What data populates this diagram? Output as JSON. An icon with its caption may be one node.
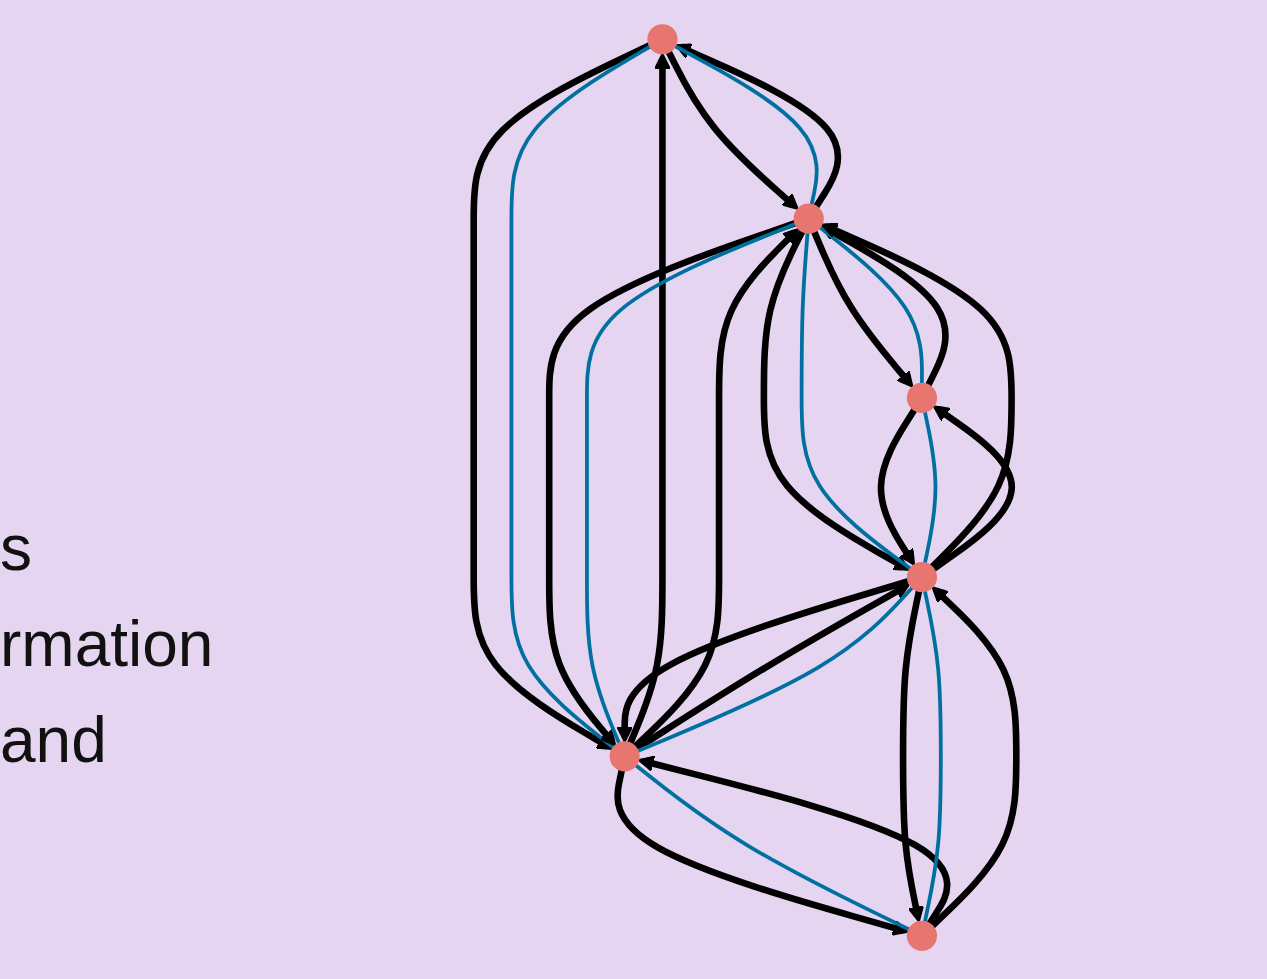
{
  "diagram": {
    "nodes": [
      {
        "text": [],
        "shape": "circle"
      },
      {
        "text": [],
        "shape": "circle"
      },
      {
        "text": [],
        "shape": "circle"
      },
      {
        "text": [],
        "shape": "circle"
      },
      {
        "text": [],
        "shape": "circle"
      },
      {
        "text": [],
        "shape": "circle"
      }
    ],
    "edges": [
      {
        "from": 0,
        "to": 1,
        "arrow": "to"
      },
      {
        "from": 1,
        "to": 0,
        "arrow": "to"
      },
      {
        "from": 0,
        "to": 1,
        "arrow": "none",
        "color": "#0070a0"
      },
      {
        "from": 1,
        "to": 2,
        "arrow": "to"
      },
      {
        "from": 2,
        "to": 1,
        "arrow": "to"
      },
      {
        "from": 1,
        "to": 2,
        "arrow": "none",
        "color": "#0070a0"
      },
      {
        "from": 0,
        "to": 3,
        "arrow": "to"
      },
      {
        "from": 3,
        "to": 0,
        "arrow": "to"
      },
      {
        "from": 0,
        "to": 3,
        "arrow": "none",
        "color": "#0070a0"
      },
      {
        "from": 3,
        "to": 1,
        "arrow": "to"
      },
      {
        "from": 1,
        "to": 3,
        "arrow": "to"
      },
      {
        "from": 1,
        "to": 3,
        "arrow": "none",
        "color": "#0070a0"
      },
      {
        "from": 1,
        "to": 4,
        "arrow": "to"
      },
      {
        "from": 4,
        "to": 1,
        "arrow": "to"
      },
      {
        "from": 1,
        "to": 4,
        "arrow": "none",
        "color": "#0070a0"
      },
      {
        "from": 4,
        "to": 2,
        "arrow": "to"
      },
      {
        "from": 2,
        "to": 4,
        "arrow": "to"
      },
      {
        "from": 2,
        "to": 4,
        "arrow": "none",
        "color": "#0070a0"
      },
      {
        "from": 3,
        "to": 4,
        "arrow": "to"
      },
      {
        "from": 4,
        "to": 3,
        "arrow": "to"
      },
      {
        "from": 3,
        "to": 4,
        "arrow": "none",
        "color": "#0070a0"
      },
      {
        "from": 3,
        "to": 5,
        "arrow": "to"
      },
      {
        "from": 5,
        "to": 3,
        "arrow": "to"
      },
      {
        "from": 3,
        "to": 5,
        "arrow": "none",
        "color": "#0070a0"
      },
      {
        "from": 5,
        "to": 4,
        "arrow": "to"
      },
      {
        "from": 4,
        "to": 5,
        "arrow": "to"
      },
      {
        "from": 4,
        "to": 5,
        "arrow": "none",
        "color": "#0070a0"
      }
    ],
    "labels": [
      "s rmation and"
    ]
  }
}
